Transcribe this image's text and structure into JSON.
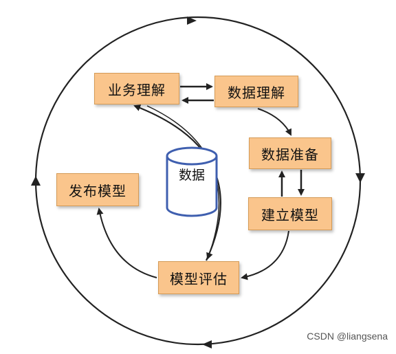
{
  "nodes": {
    "business_understanding": "业务理解",
    "data_understanding": "数据理解",
    "data_preparation": "数据准备",
    "modeling": "建立模型",
    "evaluation": "模型评估",
    "deployment": "发布模型"
  },
  "center": {
    "database_label": "数据"
  },
  "watermark": "CSDN @liangsena",
  "colors": {
    "node_fill": "#fac58c",
    "node_border": "#d49a55",
    "database_stroke": "#3f5faf",
    "arrow": "#222222"
  }
}
